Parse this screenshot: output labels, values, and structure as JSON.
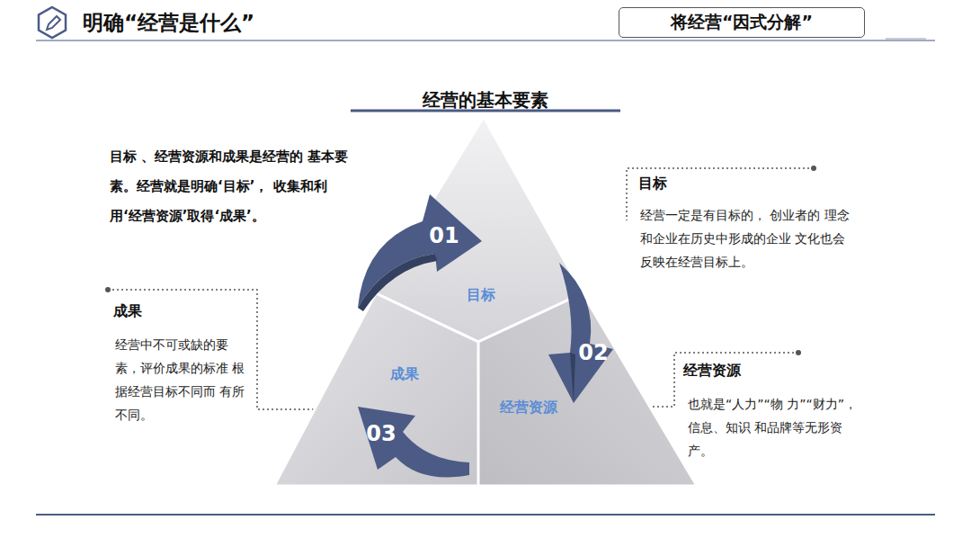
{
  "diagram": {
    "title": "明确“经营是什么”",
    "nodes": [
      {
        "text": [
          "将经营“因式分解”"
        ]
      },
      {
        "text": [
          "目标"
        ]
      },
      {
        "text": [
          "成果"
        ]
      },
      {
        "text": [
          "经营资源"
        ]
      }
    ],
    "labels": [
      "经营的基本要素",
      "目标 、经营资源和成果是经营的 基本要素。经营就是明确‘目标’， 收集和利用‘经营资源’取得‘成果’。",
      "01",
      "02",
      "03",
      "目标",
      "经营一定是有目标的， 创业者的 理念和企业在历史中形成的企业 文化也会反映在经营目标上。",
      "成果",
      "经营中不可或缺的要 素，评价成果的标准 根据经营目标不同而 有所不同。",
      "经营资源",
      "也就是“人力”“物 力”“财力”，信息、知识 和品牌等无形资产。"
    ]
  }
}
